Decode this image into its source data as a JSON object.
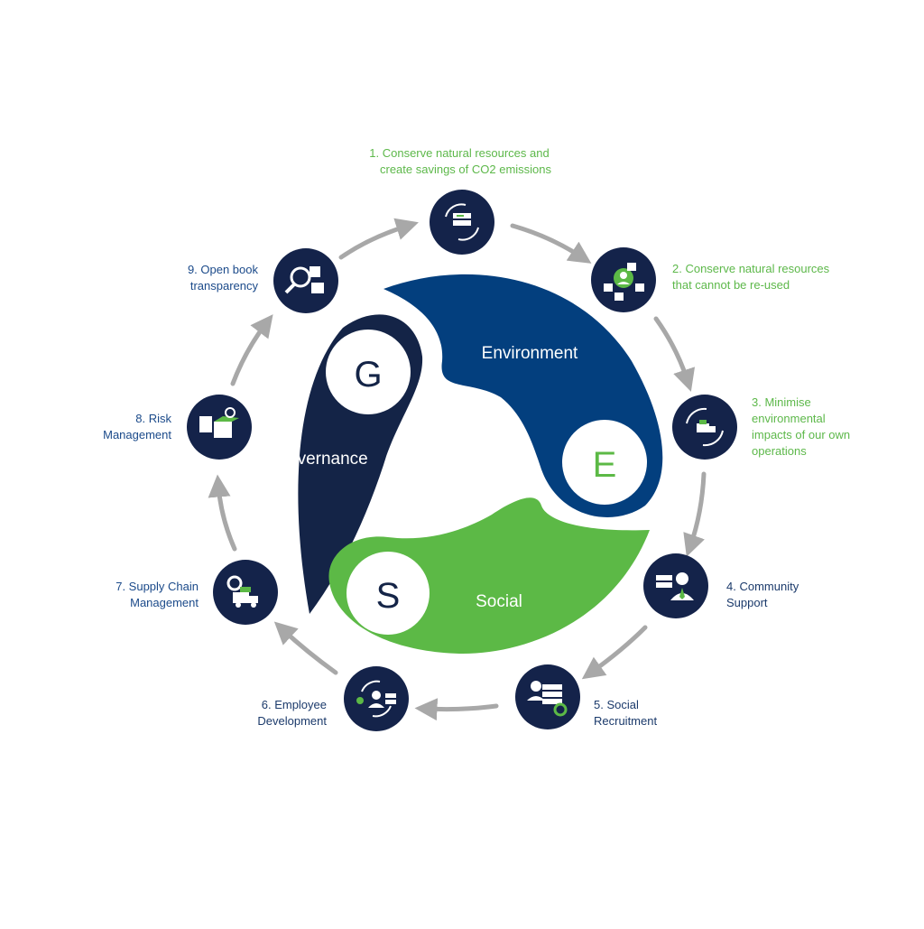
{
  "segments": {
    "environment": {
      "name": "Environment",
      "letter": "E"
    },
    "social": {
      "name": "Social",
      "letter": "S"
    },
    "governance": {
      "name": "Governance",
      "letter": "G"
    }
  },
  "colors": {
    "navy": "#14234a",
    "environment_blue": "#033f7e",
    "social_green": "#5cb946",
    "governance_navy": "#142447",
    "arrow_gray": "#a8a8a8",
    "env_text": "#5db84a",
    "dark_text": "#1b3a6b"
  },
  "steps": [
    {
      "lines": [
        "1. Conserve natural resources and",
        "create savings of CO2 emissions"
      ],
      "icon": "recycle-server-icon"
    },
    {
      "lines": [
        "2. Conserve natural resources",
        "that cannot be re-used"
      ],
      "icon": "person-boxes-icon"
    },
    {
      "lines": [
        "3. Minimise",
        "environmental",
        "impacts of our own",
        "operations"
      ],
      "icon": "truck-cycle-icon"
    },
    {
      "lines": [
        "4. Community",
        "Support"
      ],
      "icon": "person-server-icon"
    },
    {
      "lines": [
        "5. Social",
        "Recruitment"
      ],
      "icon": "worker-server-icon"
    },
    {
      "lines": [
        "6. Employee",
        "Development"
      ],
      "icon": "employee-cycle-icon"
    },
    {
      "lines": [
        "7. Supply Chain",
        "Management"
      ],
      "icon": "gear-truck-icon"
    },
    {
      "lines": [
        "8. Risk",
        "Management"
      ],
      "icon": "calculator-box-icon"
    },
    {
      "lines": [
        "9. Open book",
        "transparency"
      ],
      "icon": "magnifier-boxes-icon"
    }
  ]
}
